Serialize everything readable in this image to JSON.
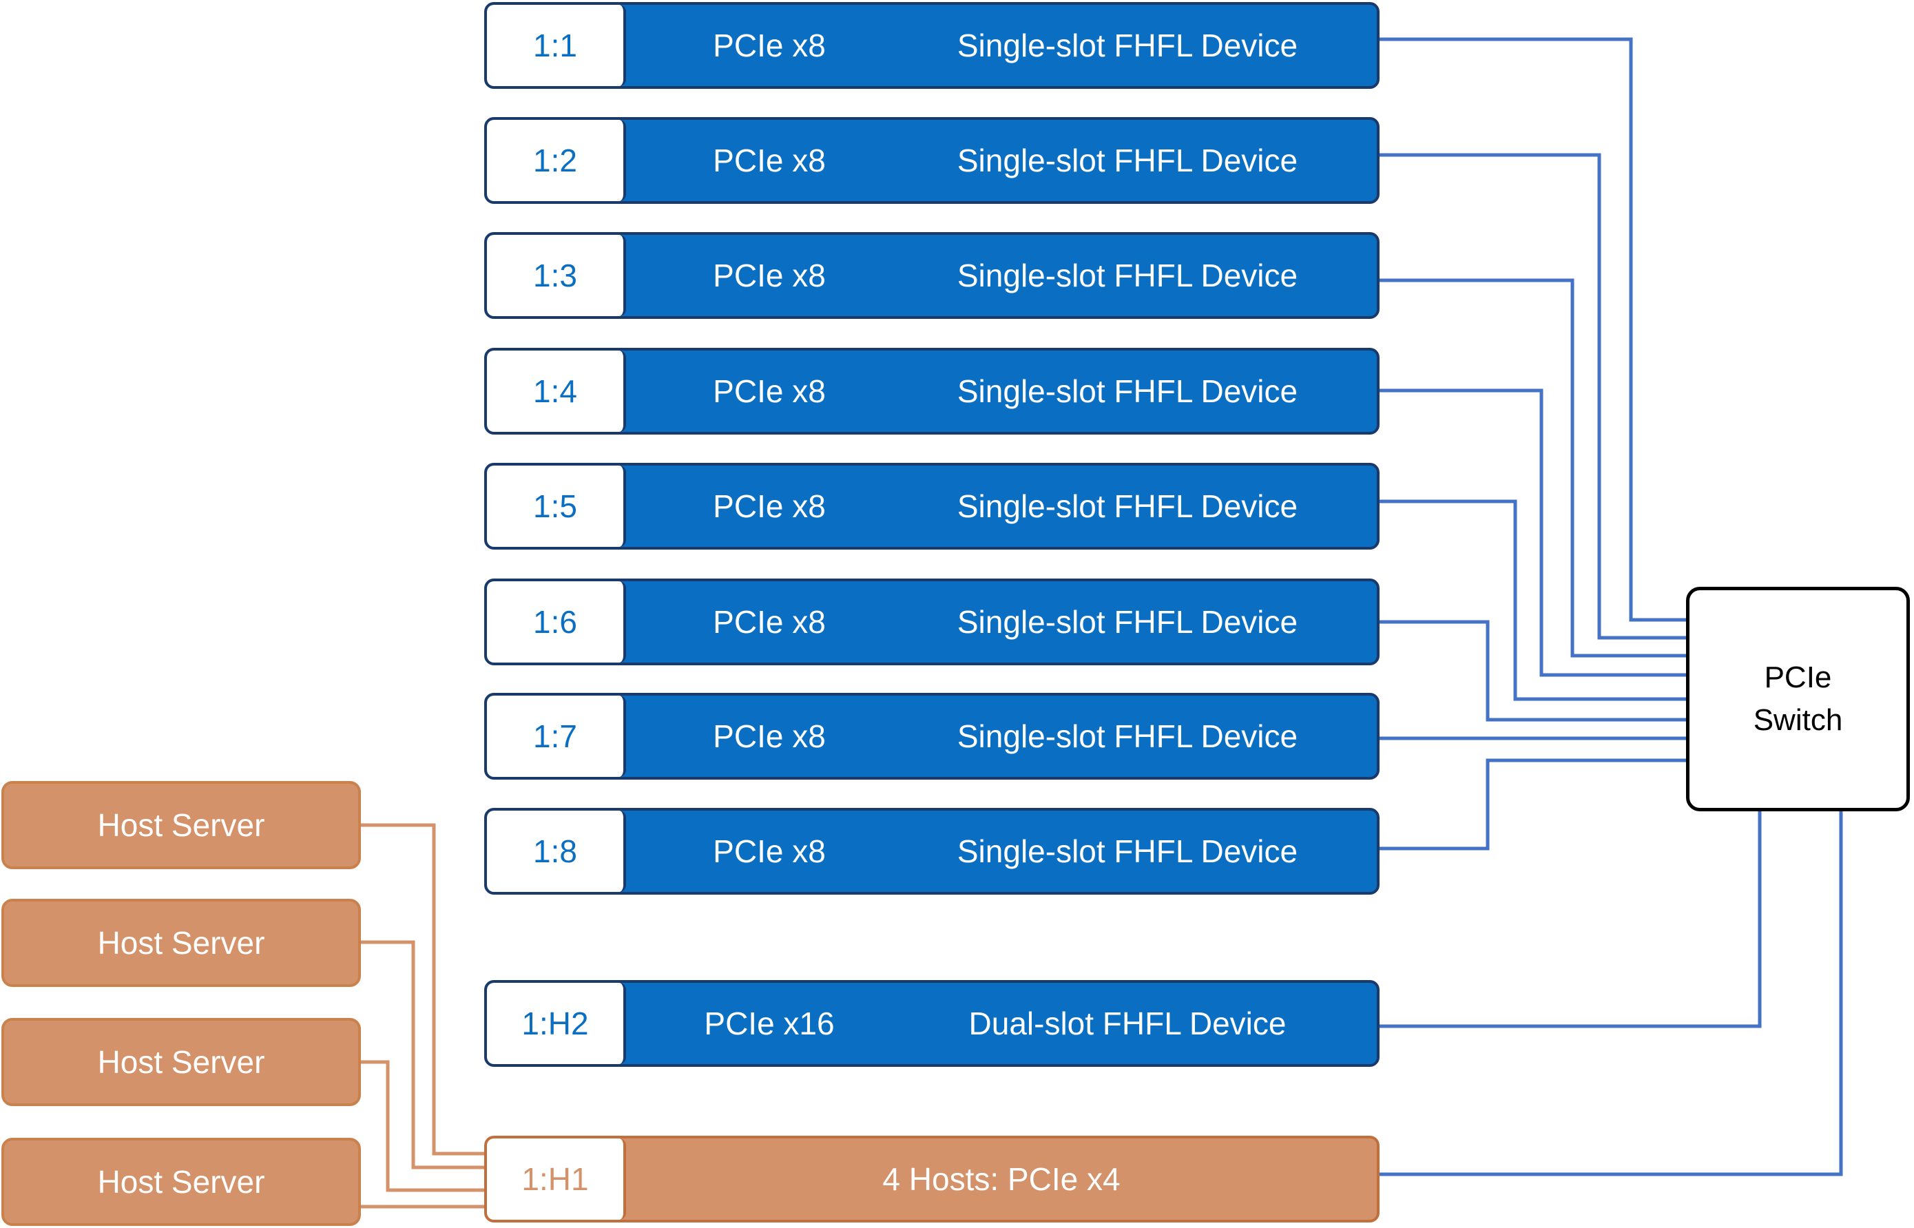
{
  "colors": {
    "device_blue": "#0a6fc2",
    "host_orange": "#d4926a",
    "wire_blue": "#4472c4",
    "wire_orange": "#d4926a"
  },
  "slots": [
    {
      "id": "1:1",
      "bus": "PCIe x8",
      "device": "Single-slot FHFL Device"
    },
    {
      "id": "1:2",
      "bus": "PCIe x8",
      "device": "Single-slot FHFL Device"
    },
    {
      "id": "1:3",
      "bus": "PCIe x8",
      "device": "Single-slot FHFL Device"
    },
    {
      "id": "1:4",
      "bus": "PCIe x8",
      "device": "Single-slot FHFL Device"
    },
    {
      "id": "1:5",
      "bus": "PCIe x8",
      "device": "Single-slot FHFL Device"
    },
    {
      "id": "1:6",
      "bus": "PCIe x8",
      "device": "Single-slot FHFL Device"
    },
    {
      "id": "1:7",
      "bus": "PCIe x8",
      "device": "Single-slot FHFL Device"
    },
    {
      "id": "1:8",
      "bus": "PCIe x8",
      "device": "Single-slot FHFL Device"
    },
    {
      "id": "1:H2",
      "bus": "PCIe x16",
      "device": "Dual-slot FHFL Device"
    }
  ],
  "host_slot": {
    "id": "1:H1",
    "label": "4 Hosts: PCIe x4"
  },
  "servers": [
    "Host Server",
    "Host Server",
    "Host Server",
    "Host Server"
  ],
  "switch": {
    "line1": "PCIe",
    "line2": "Switch"
  }
}
